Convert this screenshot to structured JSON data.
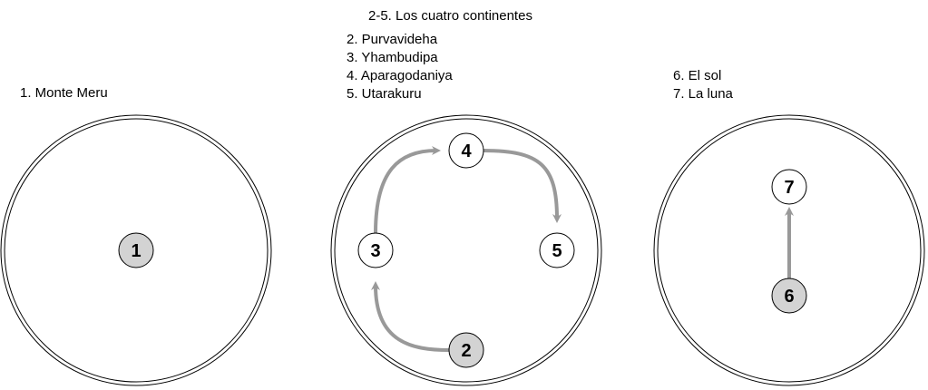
{
  "panels": {
    "meru": {
      "caption": "1. Monte Meru",
      "node": "1"
    },
    "continents": {
      "heading": "2-5. Los cuatro continentes",
      "items": [
        "2. Purvavideha",
        "3. Yhambudipa",
        "4. Aparagodaniya",
        "5. Utarakuru"
      ],
      "nodes": {
        "n2": "2",
        "n3": "3",
        "n4": "4",
        "n5": "5"
      }
    },
    "sun_moon": {
      "items": [
        "6. El sol",
        "7. La luna"
      ],
      "nodes": {
        "n6": "6",
        "n7": "7"
      }
    }
  },
  "colors": {
    "stroke": "#000000",
    "highlight_fill": "#d3d3d3",
    "plain_fill": "#ffffff",
    "arrow": "#999999"
  }
}
